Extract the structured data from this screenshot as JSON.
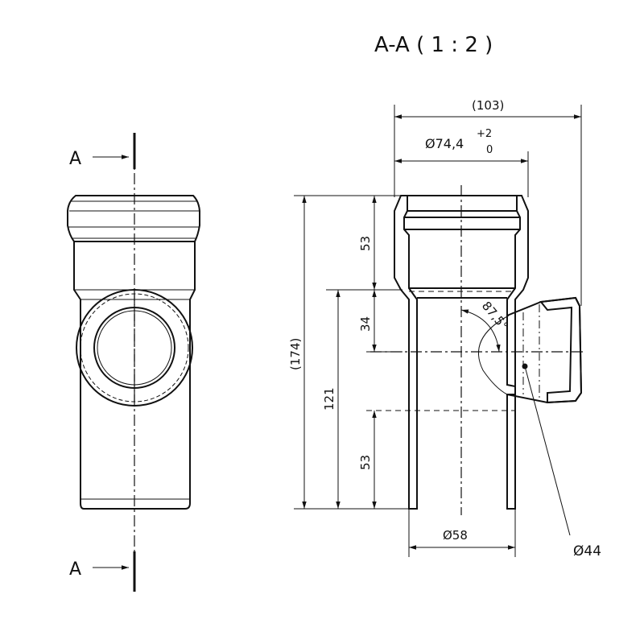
{
  "section_title": "A-A ( 1 : 2 )",
  "section_marks": {
    "top": "A",
    "bottom": "A"
  },
  "dimensions": {
    "overall_width": "(103)",
    "socket_diameter": "Ø74,4",
    "socket_tol_upper": "+2",
    "socket_tol_lower": "0",
    "overall_height": "(174)",
    "branch_height": "121",
    "socket_depth": "53",
    "branch_offset": "34",
    "spigot_length": "53",
    "pipe_diameter": "Ø58",
    "branch_diameter": "Ø44",
    "branch_angle": "87,5°"
  }
}
